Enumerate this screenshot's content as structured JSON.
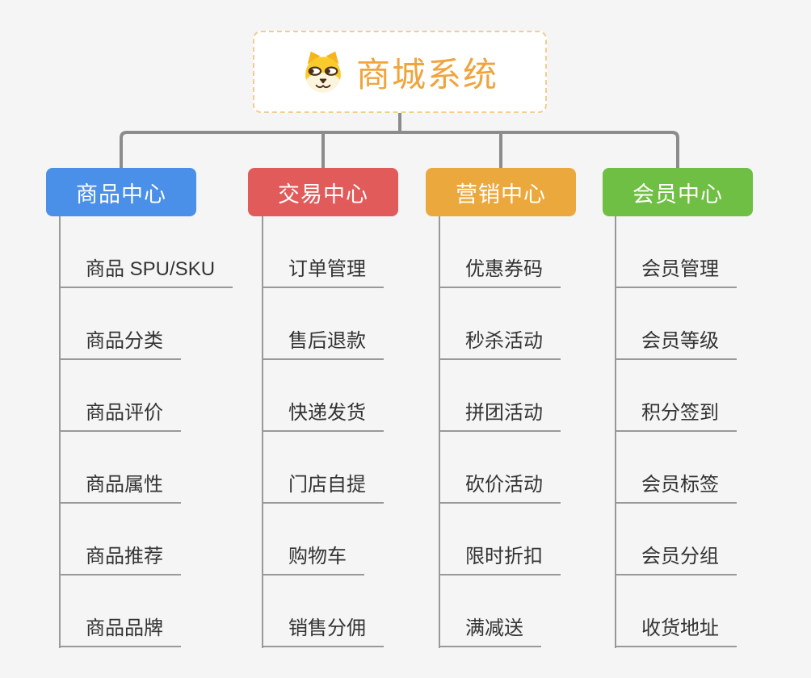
{
  "root": {
    "title": "商城系统",
    "icon": "dog-face-icon",
    "title_color": "#F0A43C"
  },
  "branches": [
    {
      "label": "商品中心",
      "color": "#4A8FE8",
      "items": [
        "商品 SPU/SKU",
        "商品分类",
        "商品评价",
        "商品属性",
        "商品推荐",
        "商品品牌"
      ]
    },
    {
      "label": "交易中心",
      "color": "#E25B5B",
      "items": [
        "订单管理",
        "售后退款",
        "快递发货",
        "门店自提",
        "购物车",
        "销售分佣"
      ]
    },
    {
      "label": "营销中心",
      "color": "#EBA93D",
      "items": [
        "优惠券码",
        "秒杀活动",
        "拼团活动",
        "砍价活动",
        "限时折扣",
        "满减送"
      ]
    },
    {
      "label": "会员中心",
      "color": "#70BF45",
      "items": [
        "会员管理",
        "会员等级",
        "积分签到",
        "会员标签",
        "会员分组",
        "收货地址"
      ]
    }
  ],
  "palette": {
    "background": "#F5F5F5",
    "root_border": "#F2CD92",
    "connector_main": "#8C8C8C",
    "connector_sub": "#999999",
    "item_text": "#333333"
  }
}
